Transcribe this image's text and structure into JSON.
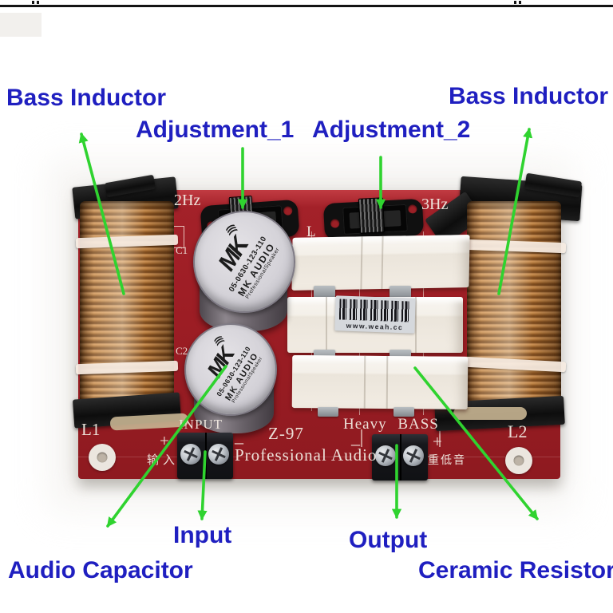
{
  "colors": {
    "label_blue": "#1f1fc0",
    "arrow_green": "#2fd32f",
    "pcb_red": "#9c1d24",
    "copper": "#c08647",
    "silkscreen_white": "#f2ebe2"
  },
  "annotations": {
    "bass_inductor_left": "Bass Inductor",
    "bass_inductor_right": "Bass Inductor",
    "adjustment_1": "Adjustment_1",
    "adjustment_2": "Adjustment_2",
    "input": "Input",
    "output": "Output",
    "audio_capacitor": "Audio Capacitor",
    "ceramic_resistor": "Ceramic Resistor"
  },
  "board": {
    "silkscreen": {
      "freq_left": "2Hz",
      "freq_right": "3Hz",
      "l": "L",
      "c1": "C1",
      "c2": "C2",
      "l1": "L1",
      "l2": "L2",
      "input_label": "INPUT",
      "model": "Z-97",
      "brand_line": "Professional Audio",
      "output_label": "Heavy BASS",
      "plus_left": "+",
      "minus_left": "–",
      "minus_right": "–",
      "plus_right": "+",
      "cn_input": "输入",
      "cn_output": "重低音"
    },
    "capacitor_print": {
      "logo": "MK",
      "waves": ")))",
      "part_number": "05-0630-123-110",
      "brand": "MK AUDIO",
      "sub_brand": "ProfessionalSpeaker"
    },
    "barcode_text": "www.weah.cc"
  }
}
